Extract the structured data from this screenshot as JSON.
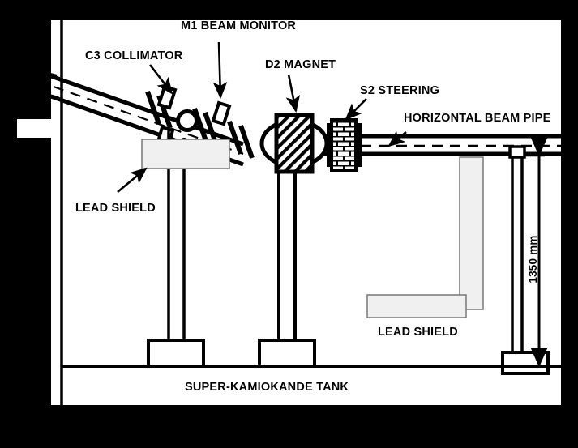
{
  "figure": {
    "title": "SUPER-KAMIOKANDE TANK",
    "background_color": "#ffffff",
    "border_color": "#000000",
    "line_color": "#000000",
    "shield_fill": "#f0f0f0",
    "shield_stroke": "#808080"
  },
  "labels": {
    "m1_beam_monitor": "M1 BEAM MONITOR",
    "c3_collimator": "C3 COLLIMATOR",
    "d2_magnet": "D2 MAGNET",
    "s2_steering": "S2 STEERING",
    "horizontal_beam_pipe": "HORIZONTAL BEAM PIPE",
    "lead_shield_left": "LEAD SHIELD",
    "lead_shield_right": "LEAD SHIELD",
    "tank_name": "SUPER-KAMIOKANDE TANK"
  },
  "dimension": {
    "value": "1350 mm",
    "orientation": "vertical",
    "arrow_style": "double-headed"
  },
  "components": {
    "inclined_beam_pipe": "inclined beam pipe with flanges",
    "d2_magnet_shape": "hatched rectangle over ellipse",
    "s2_steering_shape": "brick-patterned block",
    "supports": 3,
    "floor_line": "tank roof"
  }
}
